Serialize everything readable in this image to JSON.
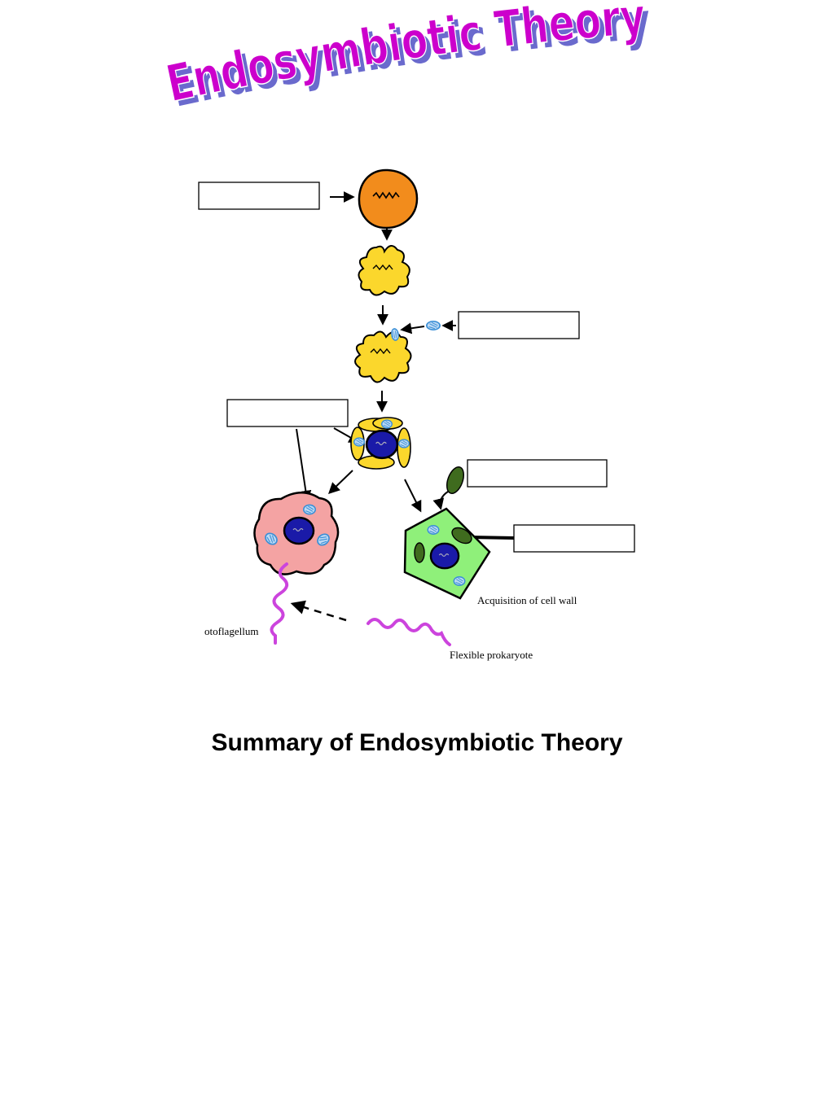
{
  "banner": {
    "title": "Endosymbiotic Theory",
    "fill_color": "#cc00cc",
    "shadow_color": "#6a6acd"
  },
  "diagram": {
    "labels": {
      "protoflagellum": "otoflagellum",
      "flexible_prokaryote": "Flexible prokaryote",
      "cell_wall": "Acquisition of cell wall"
    },
    "colors": {
      "ancestral_cell": "#f28c1c",
      "host_cell": "#fbd72c",
      "aerobic_bacterium": "#3b8fd6",
      "nucleus": "#1a1aa8",
      "animal_cell": "#f4a3a3",
      "plant_cell": "#8ff07a",
      "chloroplast": "#3f6b1e",
      "flagellum": "#cc44dd"
    },
    "answer_boxes": 5
  },
  "caption": "Summary of Endosymbiotic Theory"
}
